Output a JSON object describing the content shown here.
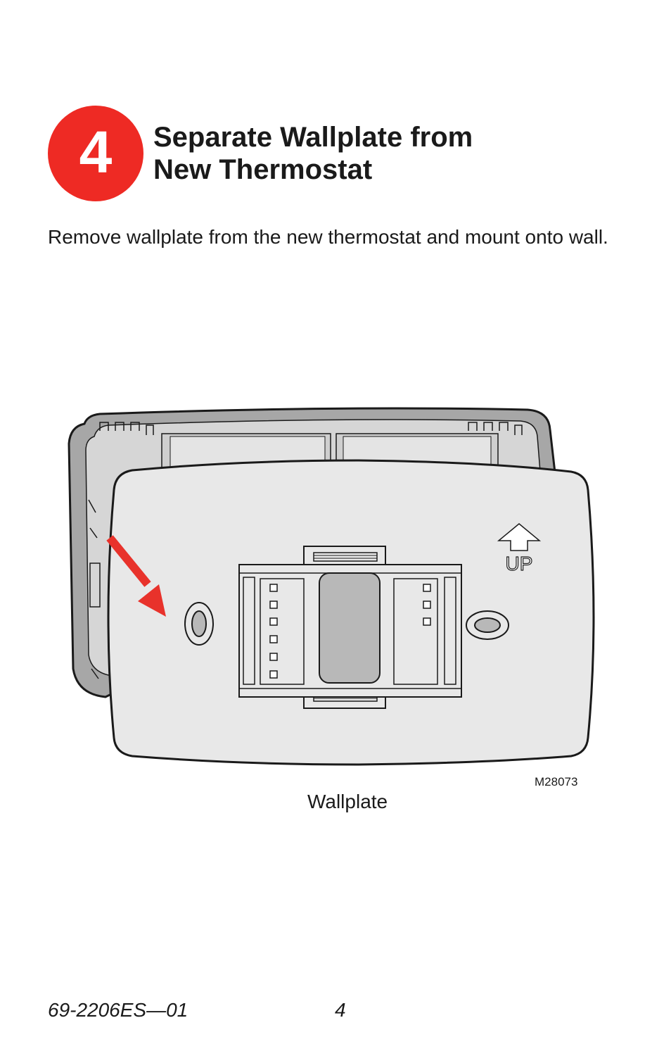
{
  "step": {
    "number": "4",
    "color": "#ee2a24"
  },
  "title": "Separate Wallplate from\nNew Thermostat",
  "instruction": "Remove wallplate from the new thermostat and mount onto wall.",
  "figure": {
    "up_label": "UP",
    "code": "M28073",
    "caption": "Wallplate",
    "arrow_color": "#e8322b",
    "icons": [
      "thermostat-back-illustration",
      "wallplate-illustration",
      "up-arrow-icon",
      "red-arrow-icon"
    ]
  },
  "footer": {
    "doc_number": "69-2206ES—01",
    "page_number": "4"
  }
}
